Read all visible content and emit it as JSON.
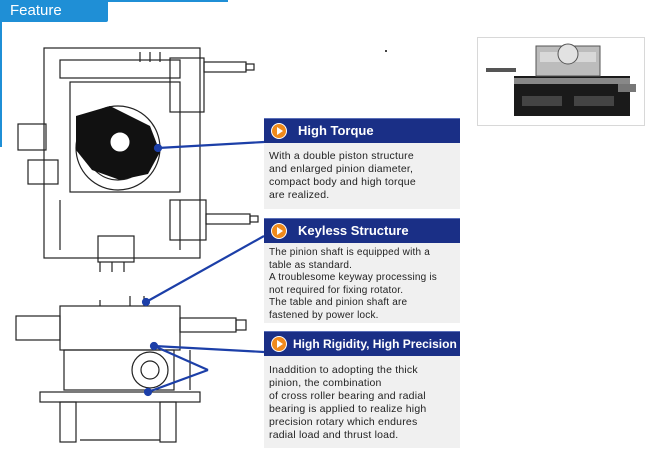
{
  "header": {
    "title": "Feature"
  },
  "features": [
    {
      "title": "High Torque",
      "description": [
        "With a double piston structure",
        "and enlarged pinion diameter,",
        "compact body and high torque",
        "are realized."
      ]
    },
    {
      "title": "Keyless Structure",
      "description": [
        "The pinion shaft is equipped with a",
        "table as standard.",
        "A troublesome keyway processing is",
        "not required for fixing rotator.",
        "The table and pinion shaft are",
        "fastened by power lock."
      ]
    },
    {
      "title": "High Rigidity, High Precision",
      "description": [
        "Inaddition to adopting the thick",
        "pinion, the combination",
        "of cross roller bearing and radial",
        "bearing is applied to realize high",
        "precision rotary which endures",
        "radial load and thrust load."
      ]
    }
  ],
  "colors": {
    "accent": "#1f8fd6",
    "header_bg": "#1a2f86",
    "icon": "#f08a1c",
    "body_bg": "#f0f0f0",
    "callout_line": "#1c3fa8"
  }
}
